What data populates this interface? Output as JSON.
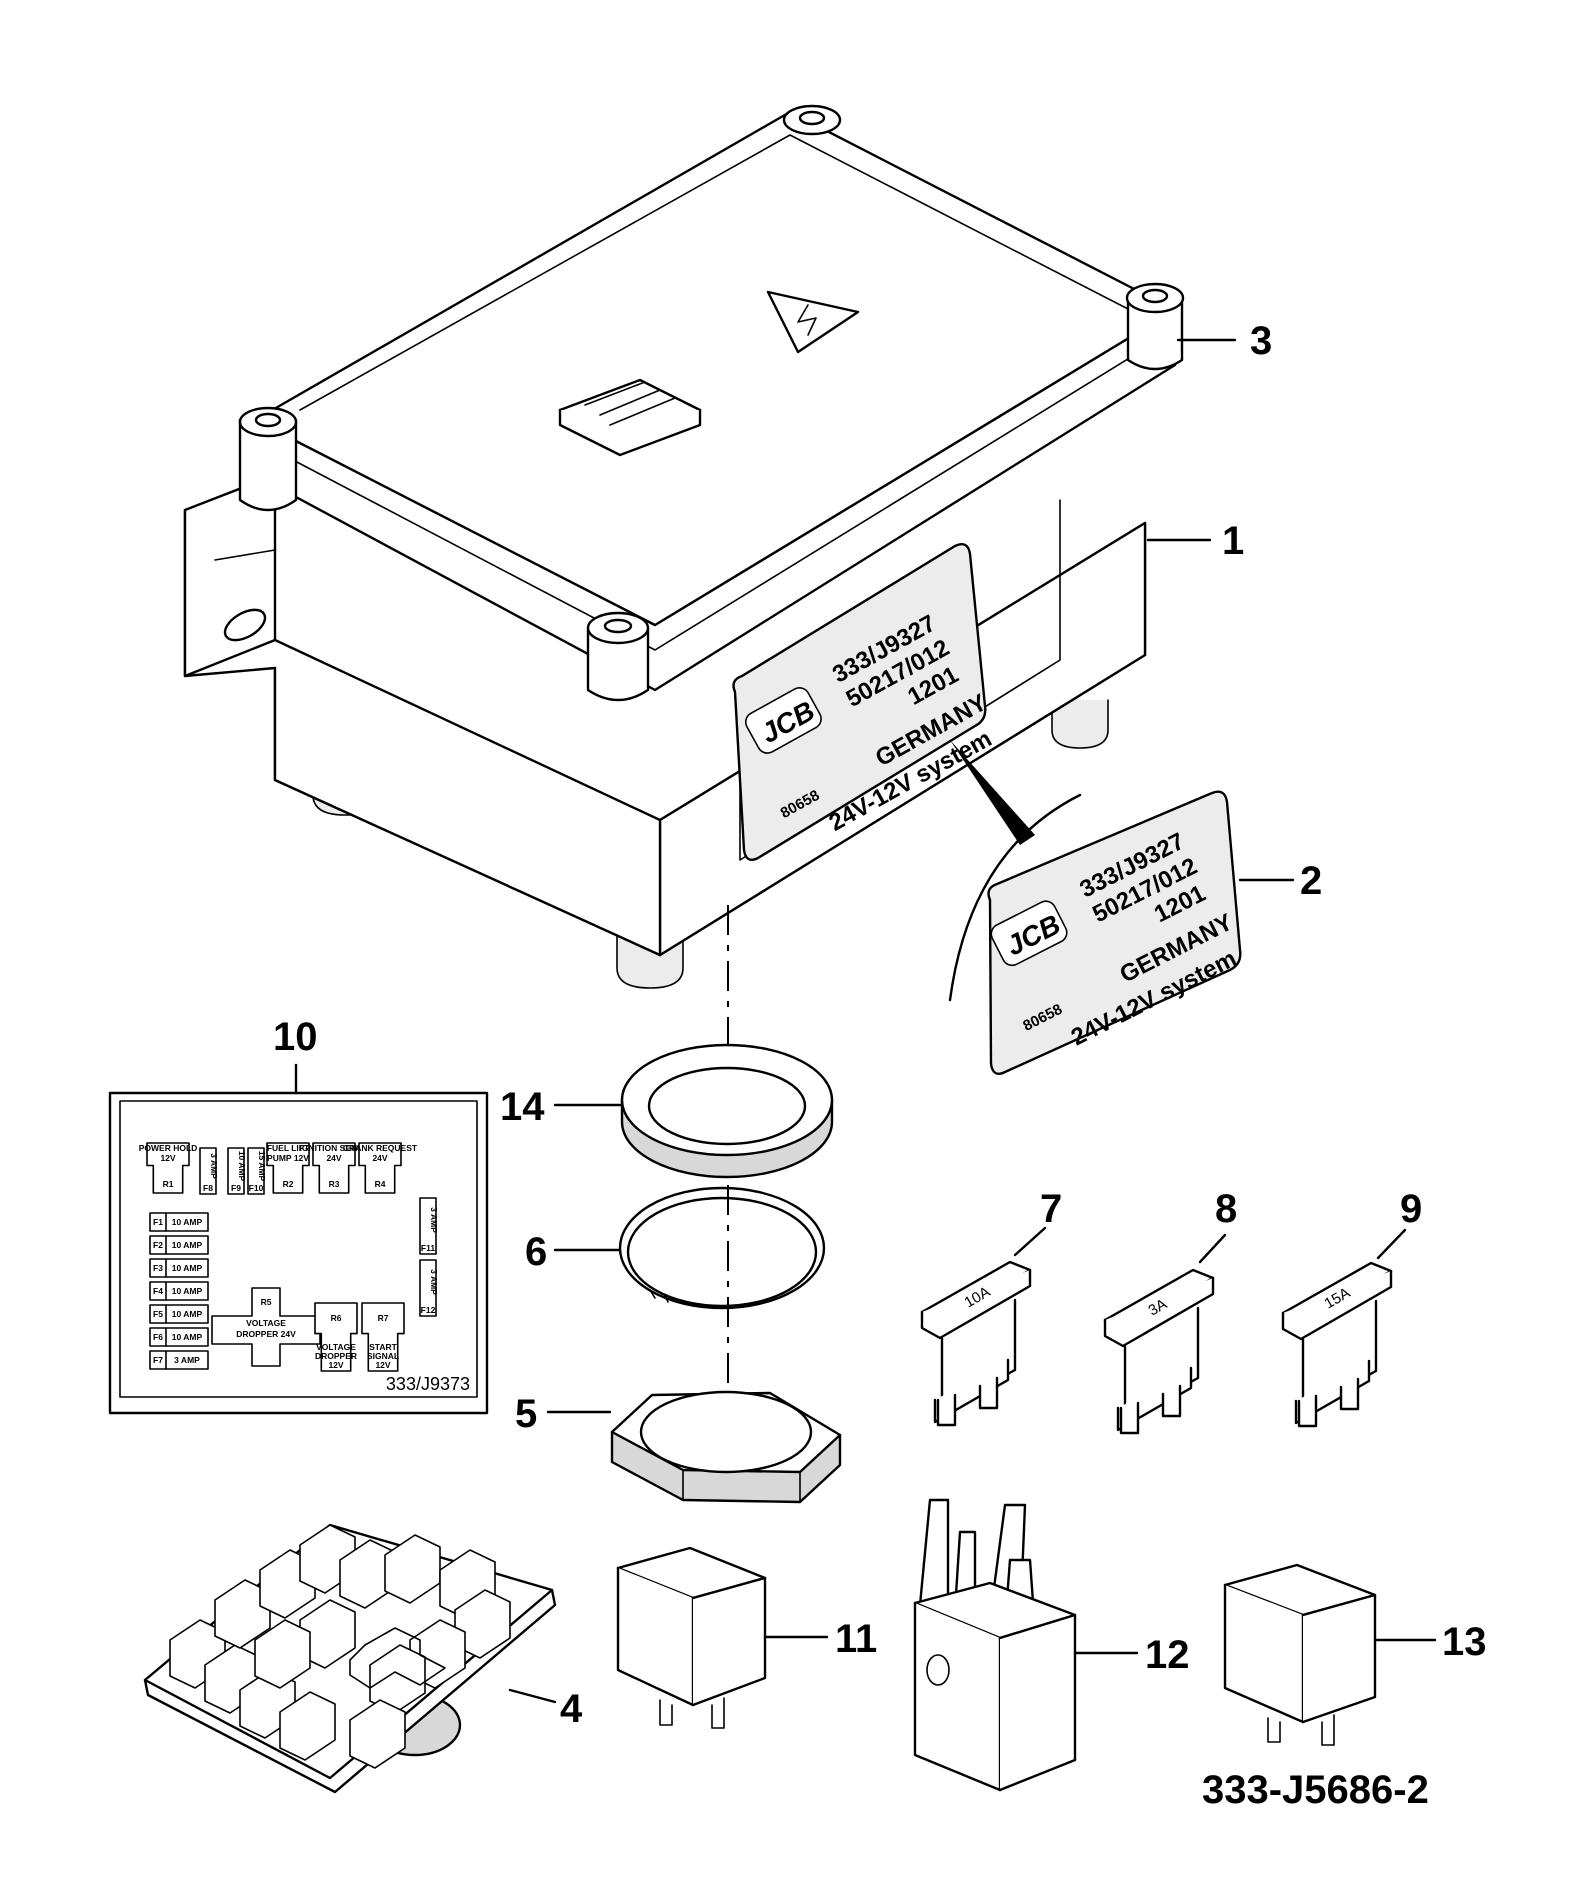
{
  "callouts": {
    "c1": "1",
    "c2": "2",
    "c3": "3",
    "c4": "4",
    "c5": "5",
    "c6": "6",
    "c7": "7",
    "c8": "8",
    "c9": "9",
    "c10": "10",
    "c11": "11",
    "c12": "12",
    "c13": "13",
    "c14": "14"
  },
  "drawing_ref": "333-J5686-2",
  "box_label": {
    "brand": "JCB",
    "part_no": "333/J9327",
    "code": "50217/012",
    "date": "1201",
    "origin": "GERMANY",
    "id": "80658",
    "system": "24V-12V system"
  },
  "fuses": [
    {
      "rating": "10A"
    },
    {
      "rating": "3A"
    },
    {
      "rating": "15A"
    }
  ],
  "fuse_chart": {
    "ref": "333/J9373",
    "relays_top": [
      {
        "name": "POWER HOLD 12V",
        "id": "R1"
      },
      {
        "name": "FUEL LIFT PUMP 12V",
        "id": "R2"
      },
      {
        "name": "IGNITION SENSE 24V",
        "id": "R3"
      },
      {
        "name": "CRANK REQUEST 24V",
        "id": "R4"
      }
    ],
    "top_fuses": [
      {
        "rating": "3 AMP",
        "id": "F8"
      },
      {
        "rating": "10 AMP",
        "id": "F9"
      },
      {
        "rating": "15 AMP",
        "id": "F10"
      }
    ],
    "left_fuses": [
      {
        "id": "F1",
        "rating": "10 AMP"
      },
      {
        "id": "F2",
        "rating": "10 AMP"
      },
      {
        "id": "F3",
        "rating": "10 AMP"
      },
      {
        "id": "F4",
        "rating": "10 AMP"
      },
      {
        "id": "F5",
        "rating": "10 AMP"
      },
      {
        "id": "F6",
        "rating": "10 AMP"
      },
      {
        "id": "F7",
        "rating": "3 AMP"
      }
    ],
    "right_fuses": [
      {
        "rating": "3 AMP",
        "id": "F11"
      },
      {
        "rating": "3 AMP",
        "id": "F12"
      }
    ],
    "bottom_relays": [
      {
        "id": "R5",
        "name": "VOLTAGE DROPPER 24V"
      },
      {
        "id": "R6",
        "name": "VOLTAGE DROPPER 12V"
      },
      {
        "id": "R7",
        "name": "START SIGNAL 12V"
      }
    ]
  }
}
